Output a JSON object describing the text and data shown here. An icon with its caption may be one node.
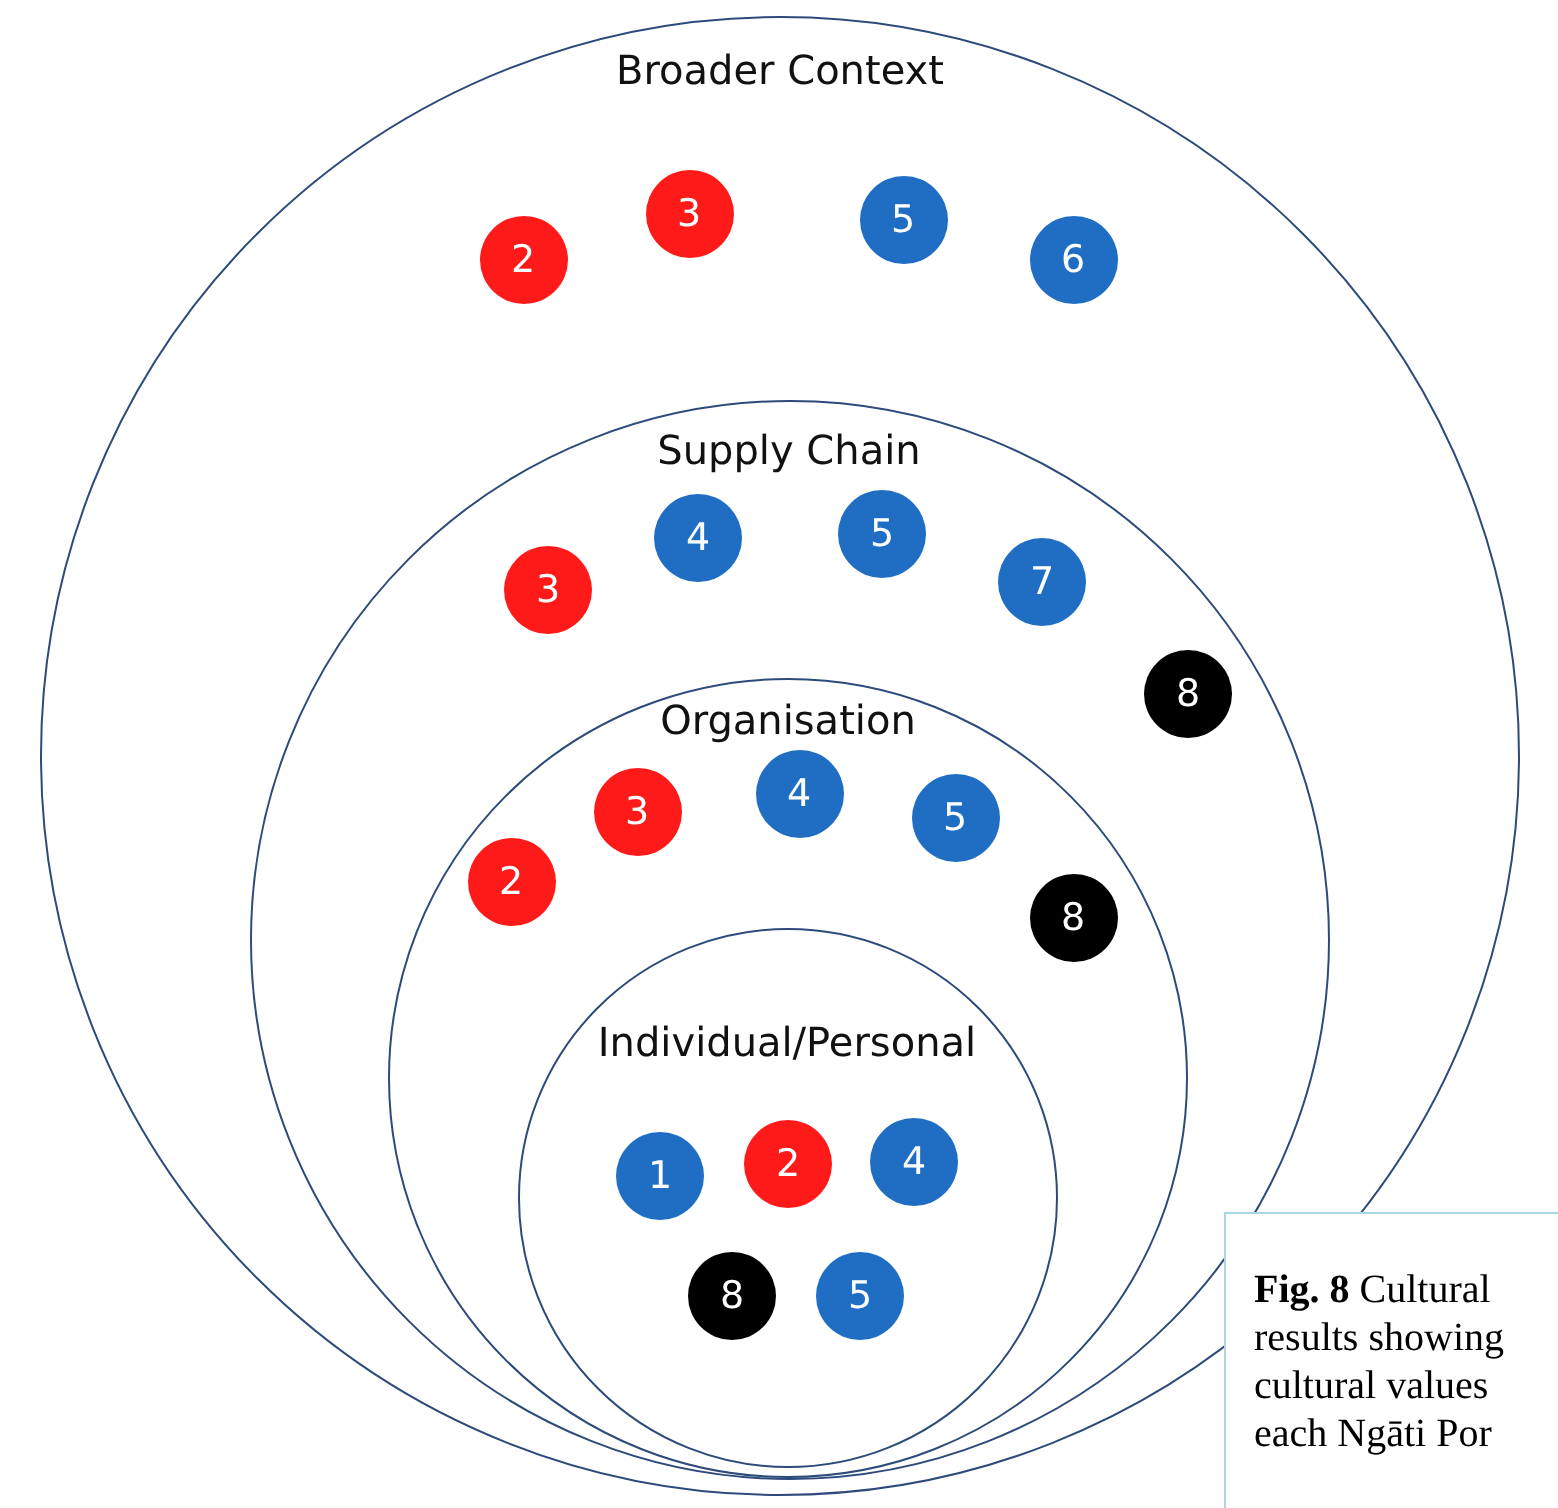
{
  "diagram": {
    "caption": "**Fig. 8** Cultural results showing cultural values each Ngāti Por",
    "nodes": [
      {
        "text": [
          "Broader Context"
        ]
      },
      {
        "text": [
          "Supply Chain"
        ],
        "in": 0
      },
      {
        "text": [
          "Organisation"
        ],
        "in": 1
      },
      {
        "text": [
          "Individual/Personal"
        ],
        "in": 2
      },
      {
        "text": [
          "2"
        ],
        "in": 0
      },
      {
        "text": [
          "3"
        ],
        "in": 0
      },
      {
        "text": [
          "5"
        ],
        "in": 0
      },
      {
        "text": [
          "6"
        ],
        "in": 0
      },
      {
        "text": [
          "3"
        ],
        "in": 1
      },
      {
        "text": [
          "4"
        ],
        "in": 1
      },
      {
        "text": [
          "5"
        ],
        "in": 1
      },
      {
        "text": [
          "7"
        ],
        "in": 1
      },
      {
        "text": [
          "8"
        ],
        "in": 1
      },
      {
        "text": [
          "2"
        ],
        "in": 2
      },
      {
        "text": [
          "3"
        ],
        "in": 2
      },
      {
        "text": [
          "4"
        ],
        "in": 2
      },
      {
        "text": [
          "5"
        ],
        "in": 2
      },
      {
        "text": [
          "8"
        ],
        "in": 2
      },
      {
        "text": [
          "1"
        ],
        "in": 3
      },
      {
        "text": [
          "2"
        ],
        "in": 3
      },
      {
        "text": [
          "4"
        ],
        "in": 3
      },
      {
        "text": [
          "8"
        ],
        "in": 3
      },
      {
        "text": [
          "5"
        ],
        "in": 3
      }
    ]
  }
}
